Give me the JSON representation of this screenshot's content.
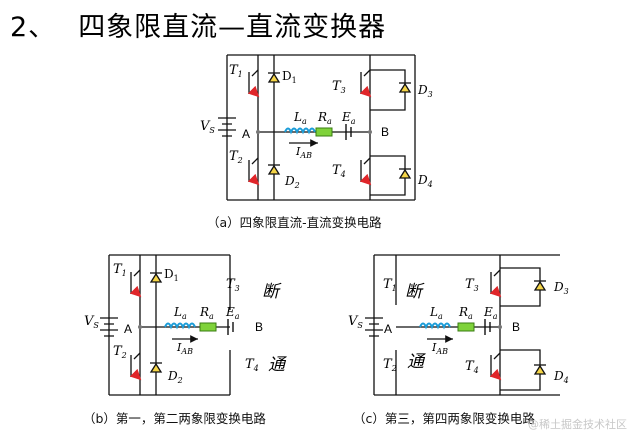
{
  "heading": {
    "number": "2、",
    "title": "四象限直流—直流变换器"
  },
  "colors": {
    "wire": "#111111",
    "switch_arrow": "#e0262a",
    "diode_fill": "#f5d547",
    "inductor": "#1a9cd8",
    "resistor": "#7fd23a",
    "circle": "#777777"
  },
  "icons": [
    "igbt-switch-icon",
    "diode-icon",
    "inductor-icon",
    "resistor-icon",
    "battery-icon",
    "current-arrow-icon"
  ],
  "circuit_a": {
    "T1": "T",
    "T1_sub": "1",
    "D1": "D",
    "D1_sub": "1",
    "T2": "T",
    "T2_sub": "2",
    "D2": "D",
    "D2_sub": "2",
    "T3": "T",
    "T3_sub": "3",
    "D3": "D",
    "D3_sub": "3",
    "T4": "T",
    "T4_sub": "4",
    "D4": "D",
    "D4_sub": "4",
    "Vs": "V",
    "Vs_sub": "S",
    "La": "L",
    "La_sub": "a",
    "Ra": "R",
    "Ra_sub": "a",
    "Ea": "E",
    "Ea_sub": "a",
    "IAB": "I",
    "IAB_sub": "AB",
    "node_a": "A",
    "node_b": "B",
    "caption": "（a）四象限直流-直流变换电路"
  },
  "circuit_b": {
    "T1": "T",
    "T1_sub": "1",
    "D1": "D",
    "D1_sub": "1",
    "T2": "T",
    "T2_sub": "2",
    "D2": "D",
    "D2_sub": "2",
    "T3": "T",
    "T3_sub": "3",
    "T4": "T",
    "T4_sub": "4",
    "Vs": "V",
    "Vs_sub": "S",
    "La": "L",
    "La_sub": "a",
    "Ra": "R",
    "Ra_sub": "a",
    "Ea": "E",
    "Ea_sub": "a",
    "IAB": "I",
    "IAB_sub": "AB",
    "node_a": "A",
    "node_b": "B",
    "state_off": "断",
    "state_on": "通",
    "caption": "（b）第一，第二两象限变换电路"
  },
  "circuit_c": {
    "T1": "T",
    "T1_sub": "1",
    "T2": "T",
    "T2_sub": "2",
    "T3": "T",
    "T3_sub": "3",
    "D3": "D",
    "D3_sub": "3",
    "T4": "T",
    "T4_sub": "4",
    "D4": "D",
    "D4_sub": "4",
    "Vs": "V",
    "Vs_sub": "S",
    "La": "L",
    "La_sub": "a",
    "Ra": "R",
    "Ra_sub": "a",
    "Ea": "E",
    "Ea_sub": "a",
    "IAB": "I",
    "IAB_sub": "AB",
    "node_a": "A",
    "node_b": "B",
    "state_off": "断",
    "state_on": "通",
    "caption": "（c）第三，第四两象限变换电路"
  },
  "watermark": "@稀土掘金技术社区"
}
